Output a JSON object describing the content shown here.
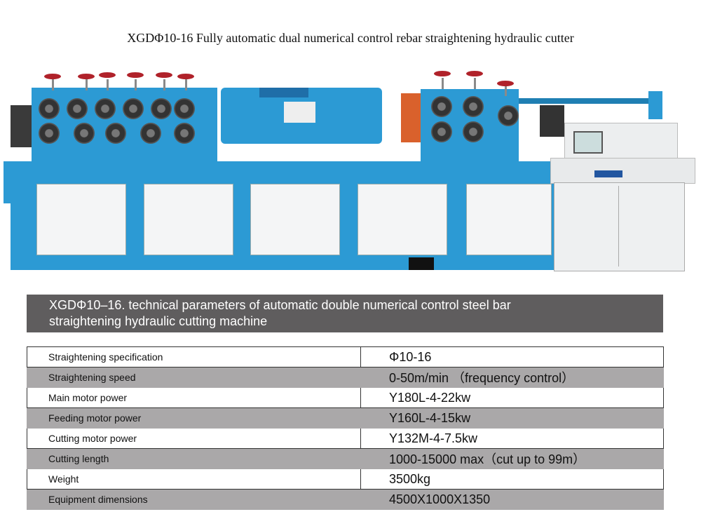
{
  "title": "XGDΦ10-16 Fully automatic dual numerical control rebar straightening hydraulic cutter",
  "banner": {
    "line1": "XGDΦ10–16. technical parameters of automatic double numerical control steel bar",
    "line2": "straightening hydraulic cutting machine"
  },
  "specs": [
    {
      "label": "Straightening specification",
      "value": "Φ10-16"
    },
    {
      "label": "Straightening speed",
      "value": "0-50m/min （frequency control）"
    },
    {
      "label": "Main motor power",
      "value": "Y180L-4-22kw"
    },
    {
      "label": "Feeding motor power",
      "value": "Y160L-4-15kw"
    },
    {
      "label": "Cutting motor power",
      "value": "Y132M-4-7.5kw"
    },
    {
      "label": "Cutting length",
      "value": "1000-15000 max（cut up to 99m）"
    },
    {
      "label": "Weight",
      "value": "3500kg"
    },
    {
      "label": "Equipment dimensions",
      "value": "4500X1000X1350"
    }
  ]
}
